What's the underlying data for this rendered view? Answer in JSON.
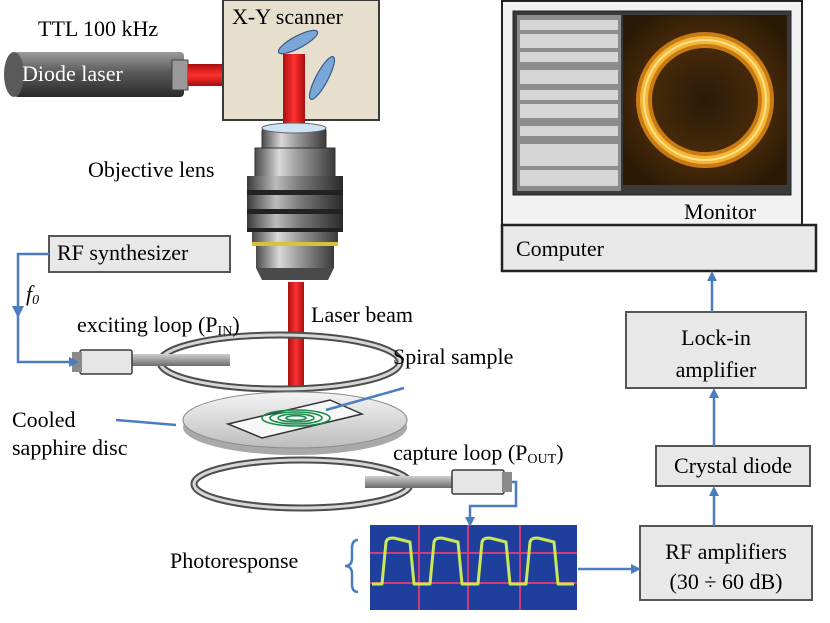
{
  "labels": {
    "ttl": "TTL 100 kHz",
    "diode_laser": "Diode laser",
    "xy_scanner": "X-Y scanner",
    "objective_lens": "Objective lens",
    "rf_synthesizer": "RF synthesizer",
    "f0": "f",
    "f0_sub": "0",
    "exciting_loop": "exciting loop (P",
    "exciting_loop_sub": "IN",
    "exciting_loop_end": ")",
    "laser_beam": "Laser beam",
    "spiral_sample": "Spiral  sample",
    "cooled_line1": "Cooled",
    "cooled_line2": "sapphire disc",
    "capture_loop": "capture loop (P",
    "capture_loop_sub": "OUT",
    "capture_loop_end": ")",
    "photoresponse": "Photoresponse",
    "monitor": "Monitor",
    "computer": "Computer",
    "lockin_line1": "Lock-in",
    "lockin_line2": "amplifier",
    "crystal_diode": "Crystal diode",
    "rf_amp_line1": "RF amplifiers",
    "rf_amp_line2": "(30 ÷ 60 dB)"
  },
  "colors": {
    "laser": "#e41e1e",
    "arrow": "#4a7dbf",
    "box_fill": "#e8e8e8",
    "scanner_fill": "#e6dfce",
    "mirror": "#7aa6d8",
    "monitor_bg": "#18110a",
    "ring": "#f2a420",
    "scope_bg": "#1f3f9c",
    "scope_grid": "#d23a7a",
    "scope_trace": "#c9e85a"
  }
}
